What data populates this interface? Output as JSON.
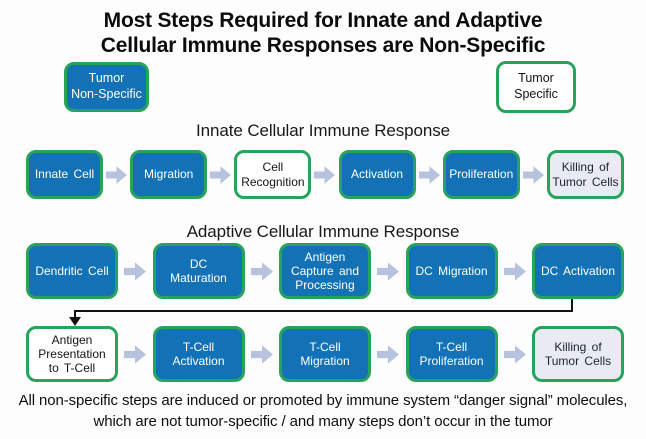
{
  "title": {
    "line1": "Most Steps Required for Innate and Adaptive",
    "line2": "Cellular Immune Responses are Non-Specific"
  },
  "legend": {
    "non_specific": "Tumor\nNon-Specific",
    "specific": "Tumor\nSpecific"
  },
  "sections": {
    "innate": {
      "title": "Innate Cellular Immune Response",
      "steps": [
        {
          "label": "Innate Cell",
          "style": "blue"
        },
        {
          "label": "Migration",
          "style": "blue"
        },
        {
          "label": "Cell\nRecognition",
          "style": "white"
        },
        {
          "label": "Activation",
          "style": "blue"
        },
        {
          "label": "Proliferation",
          "style": "blue"
        },
        {
          "label": "Killing of\nTumor Cells",
          "style": "gray"
        }
      ]
    },
    "adaptive": {
      "title": "Adaptive Cellular Immune Response",
      "row1": [
        {
          "label": "Dendritic Cell",
          "style": "blue"
        },
        {
          "label": "DC\nMaturation",
          "style": "blue"
        },
        {
          "label": "Antigen\nCapture and\nProcessing",
          "style": "blue"
        },
        {
          "label": "DC Migration",
          "style": "blue"
        },
        {
          "label": "DC Activation",
          "style": "blue"
        }
      ],
      "row2": [
        {
          "label": "Antigen\nPresentation\nto T-Cell",
          "style": "white"
        },
        {
          "label": "T-Cell\nActivation",
          "style": "blue"
        },
        {
          "label": "T-Cell\nMigration",
          "style": "blue"
        },
        {
          "label": "T-Cell\nProliferation",
          "style": "blue"
        },
        {
          "label": "Killing of\nTumor Cells",
          "style": "gray"
        }
      ]
    }
  },
  "footer": {
    "line1": "All non-specific steps are induced or promoted by immune  system “danger signal” molecules,",
    "line2": "which are not tumor-specific / and many steps don’t occur in the tumor"
  },
  "colors": {
    "box_blue": "#1272b5",
    "border_green": "#28a35c",
    "box_gray": "#e8ebf4",
    "box_white": "#ffffff",
    "arrow_fill": "#b7c3de",
    "connector_black": "#111111",
    "text_on_blue": "#ffffff",
    "text_dark": "#0e0e0e"
  },
  "icons": {
    "flow_arrow": "right-block-arrow",
    "connector_arrowhead": "down-arrowhead"
  }
}
